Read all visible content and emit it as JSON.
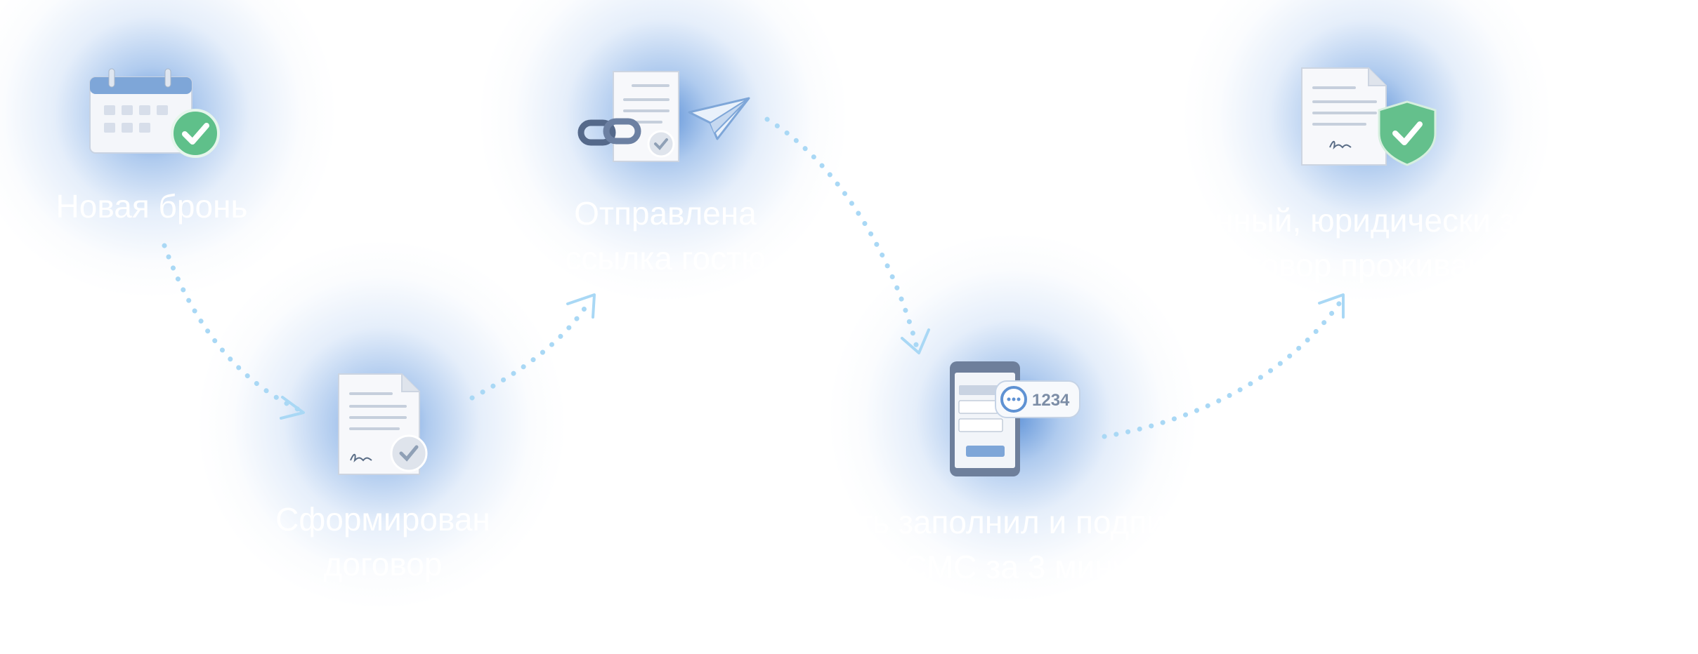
{
  "steps": [
    {
      "icon": "calendar-check-icon",
      "lines": [
        "Новая бронь",
        ""
      ]
    },
    {
      "icon": "signed-document-icon",
      "lines": [
        "Сформирован",
        "договор"
      ]
    },
    {
      "icon": "link-send-document-icon",
      "lines": [
        "Отправлена",
        "ссылка гостю"
      ]
    },
    {
      "icon": "phone-sms-code-icon",
      "lines": [
        "Гость заполнил и подписал",
        "по СМС за 3 минуты"
      ],
      "sms_code": "1234"
    },
    {
      "icon": "document-shield-icon",
      "lines": [
        "Подписанный, юридически значимый",
        "договор проживания"
      ]
    }
  ],
  "colors": {
    "glow": "#4682d2",
    "arrow": "#a9d8f5",
    "check_green": "#5fc08a",
    "text": "#ffffff"
  }
}
